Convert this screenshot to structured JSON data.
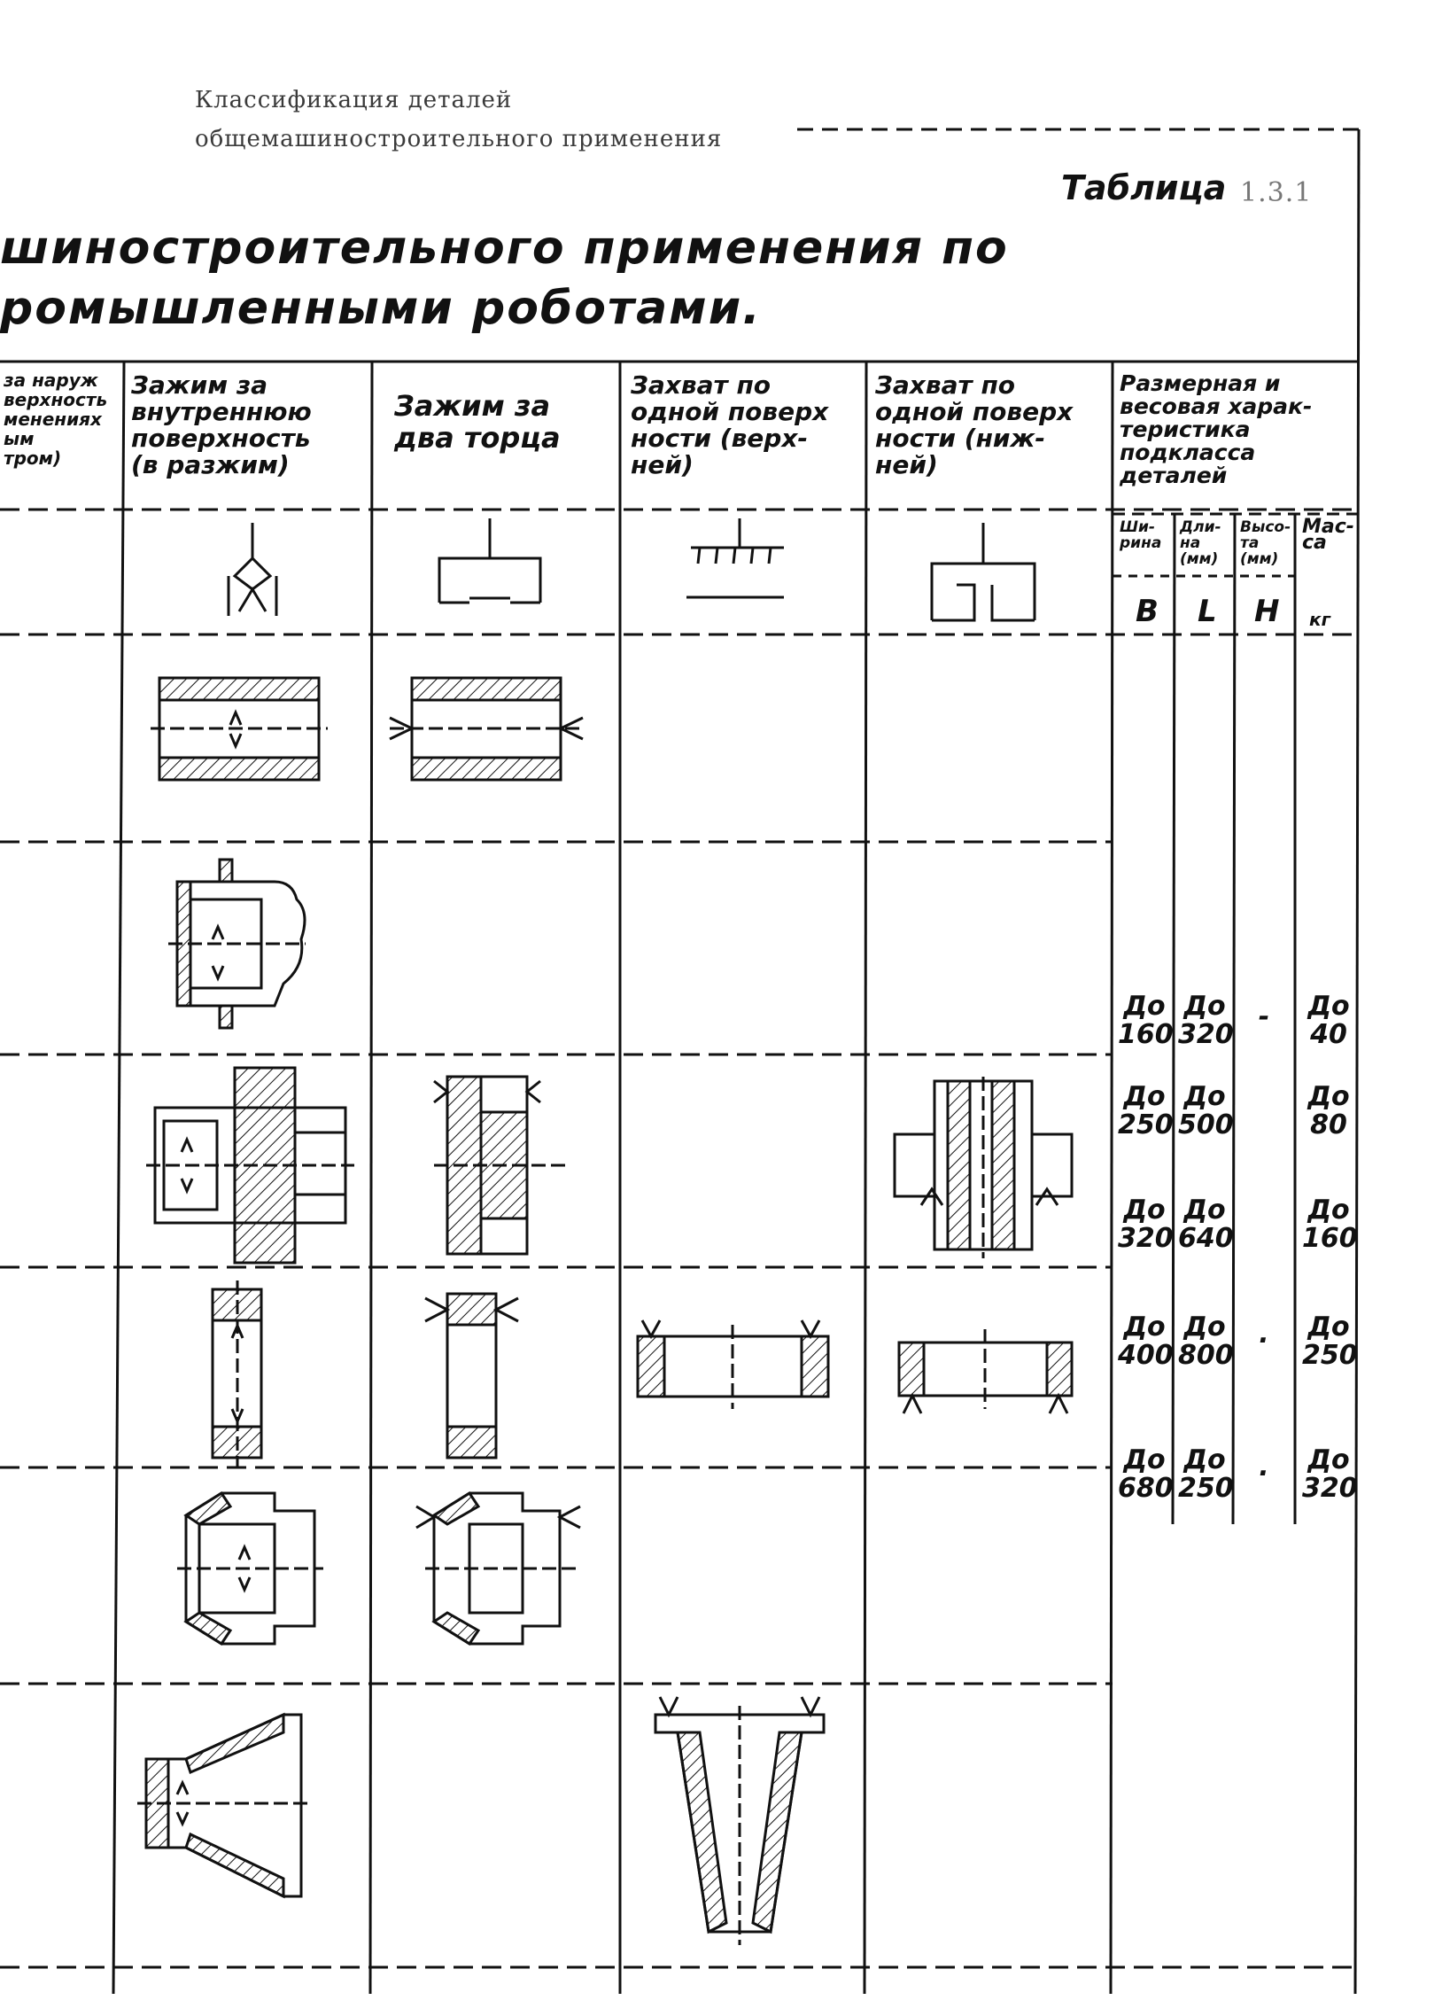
{
  "header": {
    "line1": "Классификация деталей",
    "line2": "общемашиностроительного применения",
    "table_label": "Таблица",
    "table_number": "1.3.1"
  },
  "title": {
    "line1": "шиностроительного   применения   по",
    "line2": "ромышленными   роботами."
  },
  "columns": {
    "c1": [
      "за наруж",
      "верхность",
      "менениях",
      "ым",
      "тром)"
    ],
    "c2": [
      "Зажим за",
      "внутреннюю",
      "поверхность",
      "(в разжим)"
    ],
    "c3": [
      "Зажим за",
      "два торца"
    ],
    "c4": [
      "Захват по",
      "одной поверх",
      "ности (верх-",
      "ней)"
    ],
    "c5": [
      "Захват по",
      "одной поверх",
      "ности (ниж-",
      "ней)"
    ],
    "c6": [
      "Размерная и",
      "весовая харак-",
      "теристика",
      "подкласса",
      "деталей"
    ]
  },
  "subcolumns": {
    "width": [
      "Ши-",
      "рина"
    ],
    "length": [
      "Дли-",
      "на",
      "(мм)"
    ],
    "height": [
      "Высо-",
      "та",
      "(мм)"
    ],
    "mass": [
      "Мас-",
      "са"
    ],
    "mass_unit": "кг",
    "sym_b": "В",
    "sym_l": "L",
    "sym_h": "Н"
  },
  "values": [
    {
      "b": "До 160",
      "l": "До 320",
      "h": "-",
      "m": "До 40"
    },
    {
      "b": "До 250",
      "l": "До 500",
      "h": "",
      "m": "До 80"
    },
    {
      "b": "До 320",
      "l": "До 640",
      "h": "",
      "m": "До 160"
    },
    {
      "b": "До 400",
      "l": "До 800",
      "h": ".",
      "m": "До 250"
    },
    {
      "b": "До 680",
      "l": "До 250",
      "h": ".",
      "m": "До 320"
    }
  ]
}
